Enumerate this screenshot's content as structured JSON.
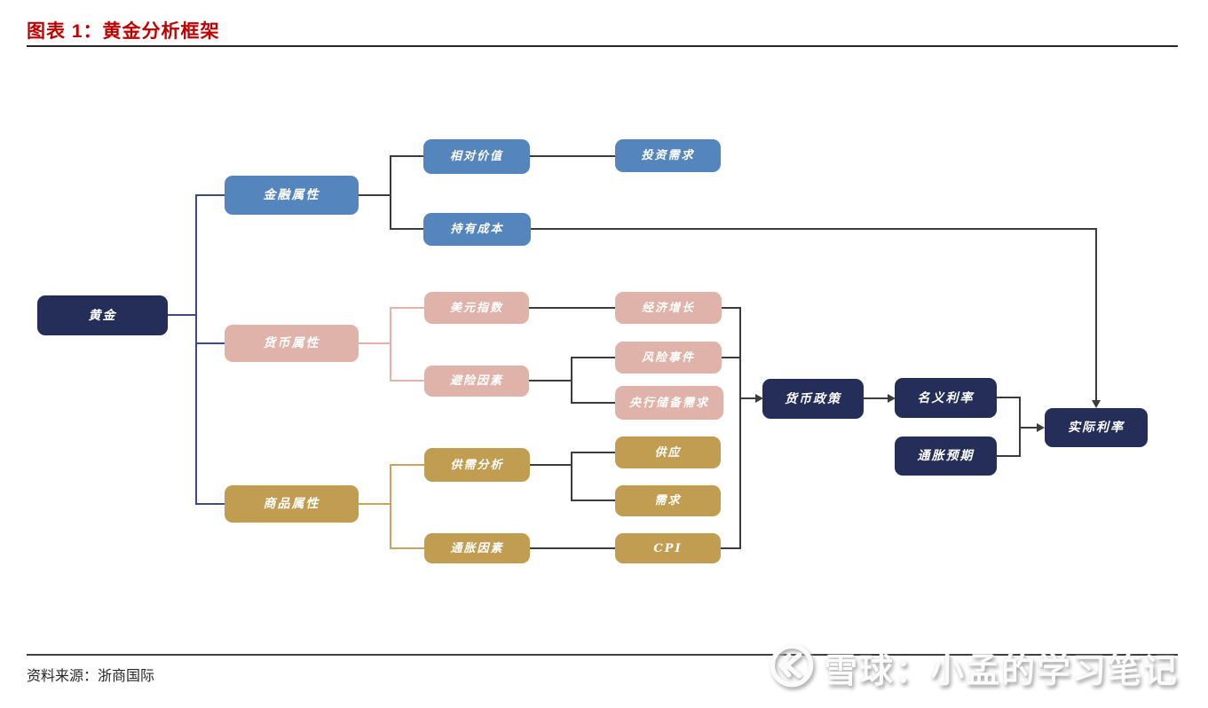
{
  "figure": {
    "title": "图表 1：黄金分析框架",
    "source": "资料来源：浙商国际",
    "watermark_text": "雪球：小孟的学习笔记"
  },
  "colors": {
    "title_red": "#c00000",
    "navy": "#252e58",
    "blue": "#5585bd",
    "pink": "#dfb3a9",
    "gold": "#c19d52",
    "line_dark": "#3c3c3c",
    "line_navy": "#3e4b7e",
    "line_pink": "#dfb3ab",
    "line_gold": "#c9a45c",
    "box_text": "#ffffff"
  },
  "diagram": {
    "nodes": [
      {
        "id": "gold",
        "label": "黄金",
        "color": "navy"
      },
      {
        "id": "fin-attr",
        "label": "金融属性",
        "color": "blue"
      },
      {
        "id": "rel-value",
        "label": "相对价值",
        "color": "blue"
      },
      {
        "id": "hold-cost",
        "label": "持有成本",
        "color": "blue"
      },
      {
        "id": "inv-demand",
        "label": "投资需求",
        "color": "blue"
      },
      {
        "id": "cur-attr",
        "label": "货币属性",
        "color": "pink"
      },
      {
        "id": "usd-index",
        "label": "美元指数",
        "color": "pink"
      },
      {
        "id": "econ-growth",
        "label": "经济增长",
        "color": "pink"
      },
      {
        "id": "hedge-factor",
        "label": "避险因素",
        "color": "pink"
      },
      {
        "id": "risk-event",
        "label": "风险事件",
        "color": "pink"
      },
      {
        "id": "cb-reserve",
        "label": "央行储备需求",
        "color": "pink"
      },
      {
        "id": "com-attr",
        "label": "商品属性",
        "color": "gold"
      },
      {
        "id": "supply-demand",
        "label": "供需分析",
        "color": "gold"
      },
      {
        "id": "supply",
        "label": "供应",
        "color": "gold"
      },
      {
        "id": "demand",
        "label": "需求",
        "color": "gold"
      },
      {
        "id": "inflation-factor",
        "label": "通胀因素",
        "color": "gold"
      },
      {
        "id": "cpi",
        "label": "CPI",
        "color": "gold"
      },
      {
        "id": "monetary-policy",
        "label": "货币政策",
        "color": "navy"
      },
      {
        "id": "nominal-rate",
        "label": "名义利率",
        "color": "navy"
      },
      {
        "id": "inflation-exp",
        "label": "通胀预期",
        "color": "navy"
      },
      {
        "id": "real-rate",
        "label": "实际利率",
        "color": "navy"
      }
    ],
    "edges": [
      [
        "gold",
        "fin-attr"
      ],
      [
        "gold",
        "cur-attr"
      ],
      [
        "gold",
        "com-attr"
      ],
      [
        "fin-attr",
        "rel-value"
      ],
      [
        "fin-attr",
        "hold-cost"
      ],
      [
        "rel-value",
        "inv-demand"
      ],
      [
        "hold-cost",
        "real-rate"
      ],
      [
        "cur-attr",
        "usd-index"
      ],
      [
        "cur-attr",
        "hedge-factor"
      ],
      [
        "usd-index",
        "econ-growth"
      ],
      [
        "hedge-factor",
        "risk-event"
      ],
      [
        "hedge-factor",
        "cb-reserve"
      ],
      [
        "com-attr",
        "supply-demand"
      ],
      [
        "com-attr",
        "inflation-factor"
      ],
      [
        "supply-demand",
        "supply"
      ],
      [
        "supply-demand",
        "demand"
      ],
      [
        "inflation-factor",
        "cpi"
      ],
      [
        "econ-growth",
        "monetary-policy"
      ],
      [
        "risk-event",
        "monetary-policy"
      ],
      [
        "cpi",
        "monetary-policy"
      ],
      [
        "monetary-policy",
        "nominal-rate"
      ],
      [
        "nominal-rate",
        "real-rate"
      ],
      [
        "inflation-exp",
        "real-rate"
      ]
    ]
  }
}
